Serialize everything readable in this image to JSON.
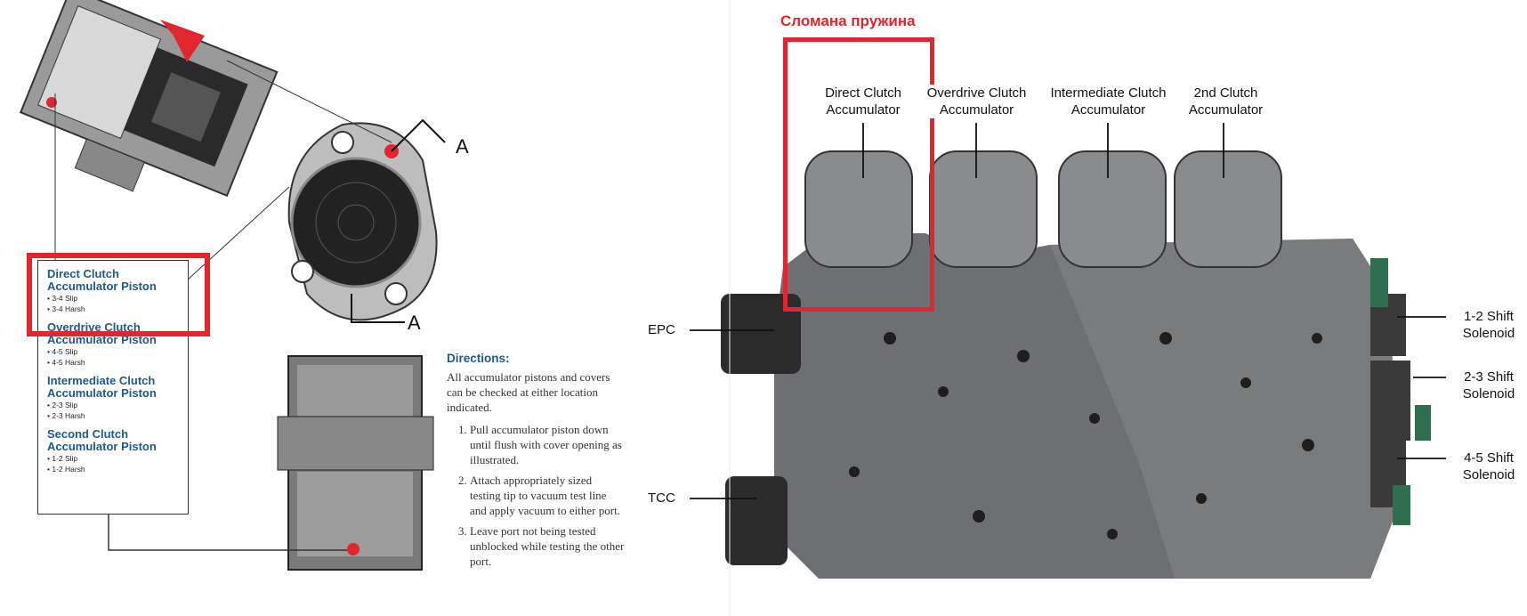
{
  "left_diagram": {
    "pistons": [
      {
        "title": "Direct Clutch Accumulator Piston",
        "bullets": [
          "3-4 Slip",
          "3-4 Harsh"
        ]
      },
      {
        "title": "Overdrive Clutch Accumulator Piston",
        "bullets": [
          "4-5 Slip",
          "4-5 Harsh"
        ]
      },
      {
        "title": "Intermediate Clutch Accumulator Piston",
        "bullets": [
          "2-3 Slip",
          "2-3 Harsh"
        ]
      },
      {
        "title": "Second Clutch Accumulator Piston",
        "bullets": [
          "1-2 Slip",
          "1-2 Harsh"
        ]
      }
    ],
    "section_marker": "A",
    "directions": {
      "heading": "Directions:",
      "intro": "All accumulator pistons and covers can be checked at either location indicated.",
      "steps": [
        "Pull accumulator piston down until flush with cover opening as illustrated.",
        "Attach appropriately sized testing tip to vacuum test line and apply vacuum to either port.",
        "Leave port not being tested unblocked while testing the other port."
      ]
    }
  },
  "right_photo": {
    "annotation_title": "Сломана пружина",
    "top_labels": [
      "Direct Clutch\nAccumulator",
      "Overdrive Clutch\nAccumulator",
      "Intermediate Clutch\nAccumulator",
      "2nd Clutch\nAccumulator"
    ],
    "left_labels": [
      "EPC",
      "TCC"
    ],
    "right_labels": [
      "1-2 Shift\nSolenoid",
      "2-3 Shift\nSolenoid",
      "4-5 Shift\nSolenoid"
    ]
  },
  "colors": {
    "highlight": "#e0262e",
    "heading_blue": "#1d5a8a",
    "metal": "#6e6f72"
  }
}
